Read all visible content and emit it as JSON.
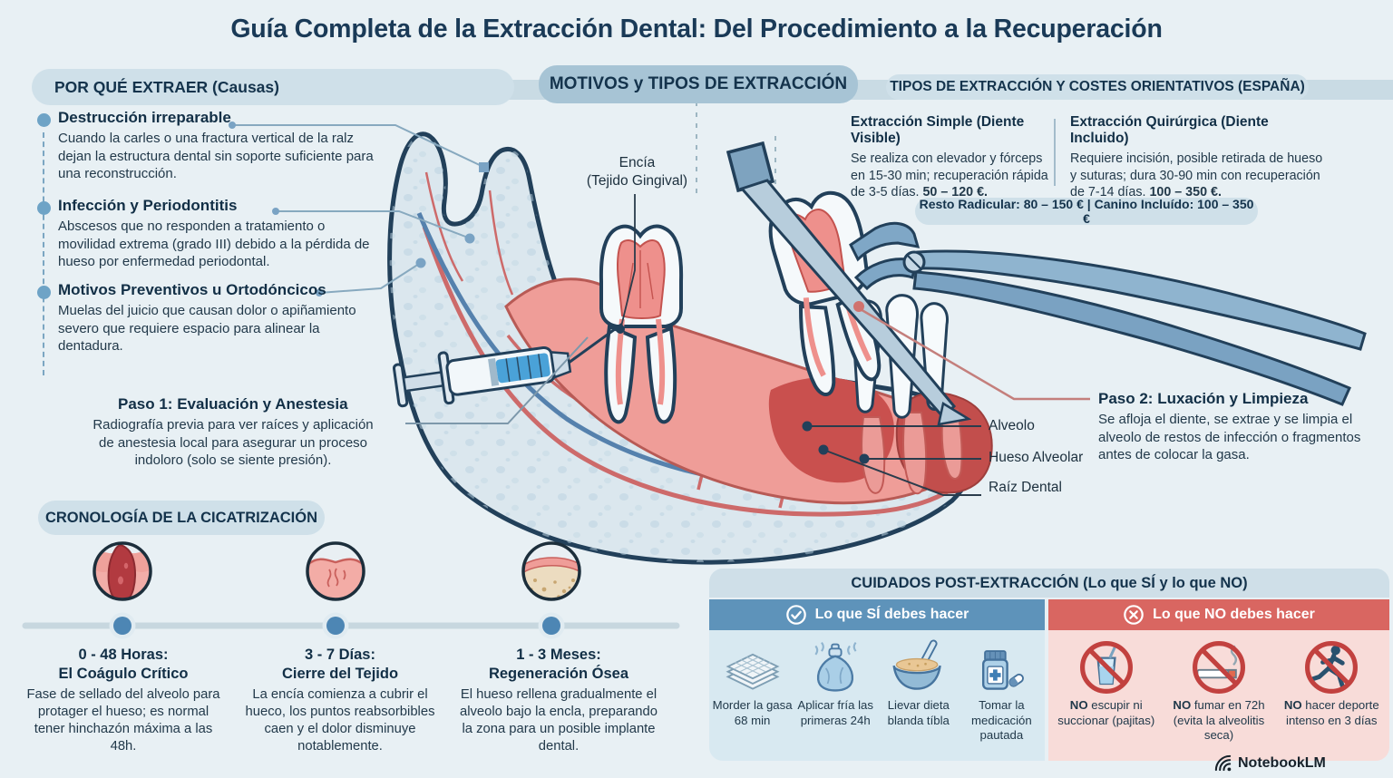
{
  "title": "Guía Completa de la Extracción Dental: Del Procedimiento a la Recuperación",
  "banner": "MOTIVOS y TIPOS DE EXTRACCIÓN",
  "causes": {
    "header": "POR QUÉ EXTRAER (Causas)",
    "items": [
      {
        "title": "Destrucción irreparable",
        "body": "Cuando la carles o una fractura vertical de la ralz dejan la estructura dental sin soporte suficiente para una reconstrucción."
      },
      {
        "title": "Infección y Periodontitis",
        "body": "Abscesos que no responden a tratamiento o movilidad extrema (grado III) debido a la pérdida de hueso por enfermedad periodontal."
      },
      {
        "title": "Motivos Preventivos u Ortodóncicos",
        "body": "Muelas del juicio que causan dolor o apiñamiento severo que requiere espacio para alinear la dentadura."
      }
    ]
  },
  "costs": {
    "header": "TIPOS DE EXTRACCIÓN Y COSTES ORIENTATIVOS (ESPAÑA)",
    "simple": {
      "title": "Extracción Simple (Diente Visible)",
      "body": "Se realiza con elevador y fórceps en 15-30 min; recuperación rápida de 3-5 días. ",
      "price": "50 – 120 €."
    },
    "surgical": {
      "title": "Extracción Quirúrgica (Diente Incluido)",
      "body": "Requiere incisión, posible retirada de hueso y suturas; dura 30-90 min con recuperación de 7-14 días. ",
      "price": "100 – 350 €."
    },
    "footer": "Resto Radicular: 80 – 150 € | Canino Incluído: 100 – 350 €"
  },
  "steps": {
    "paso1": {
      "title": "Paso 1: Evaluación y Anestesia",
      "body": "Radiografía previa para ver raíces y aplicación de anestesia local para asegurar un proceso indoloro (solo se siente presión)."
    },
    "paso2": {
      "title": "Paso 2: Luxación y Limpieza",
      "body": "Se afloja el diente, se extrae y se limpia el alveolo de restos de infección o fragmentos antes de colocar la gasa."
    }
  },
  "diagram": {
    "encia_line1": "Encía",
    "encia_line2": "(Tejido Gingival)",
    "alveolo": "Alveolo",
    "hueso_alveolar": "Hueso Alveolar",
    "raiz_dental": "Raíz Dental"
  },
  "healing": {
    "header": "CRONOLOGÍA DE LA CICATRIZACIÓN",
    "stages": [
      {
        "time": "0 - 48 Horas:",
        "title": "El Coágulo Crítico",
        "body": "Fase de sellado del alveolo para protager el hueso; es normal tener hinchazón máxima a las 48h.",
        "icon": "blood-clot-icon"
      },
      {
        "time": "3 - 7 Días:",
        "title": "Cierre del Tejido",
        "body": "La encía comienza a cubrir el hueco, los puntos reabsorbibles caen y el dolor disminuye notablemente.",
        "icon": "tissue-closure-icon"
      },
      {
        "time": "1 - 3 Meses:",
        "title": "Regeneración Ósea",
        "body": "El hueso rellena gradualmente el alveolo bajo la encla, preparando la zona para un posible implante dental.",
        "icon": "bone-regeneration-icon"
      }
    ]
  },
  "care": {
    "header": "CUIDADOS POST-EXTRACCIÓN (Lo que SÍ y lo que NO)",
    "yes": {
      "header": "Lo que SÍ debes hacer",
      "items": [
        {
          "icon": "gauze-icon",
          "label": "Morder la gasa 68 min"
        },
        {
          "icon": "ice-pack-icon",
          "label": "Aplicar fría las primeras 24h"
        },
        {
          "icon": "soft-diet-bowl-icon",
          "label": "Lievar dieta blanda tíbla"
        },
        {
          "icon": "medication-icon",
          "label": "Tomar la medicación pautada"
        }
      ]
    },
    "no": {
      "header": "Lo que NO debes hacer",
      "items": [
        {
          "icon": "no-straw-icon",
          "bold": "NO",
          "label": " escupir ni succionar (pajitas)"
        },
        {
          "icon": "no-smoking-icon",
          "bold": "NO",
          "label": " fumar en 72h (evita la alveolitis seca)"
        },
        {
          "icon": "no-sport-icon",
          "bold": "NO",
          "label": " hacer deporte intenso en 3 días"
        }
      ]
    }
  },
  "brand": "NotebookLM",
  "colors": {
    "ink": "#1c3a52",
    "pill": "#cfe0e9",
    "banner": "#a7c4d5",
    "yes_blue": "#5e93ba",
    "no_red": "#d96661",
    "gum_pink": "#ef9d98",
    "socket_red": "#c24e4c",
    "bone_blue": "#dbe7ee",
    "accent_dot": "#6ea3c6"
  }
}
